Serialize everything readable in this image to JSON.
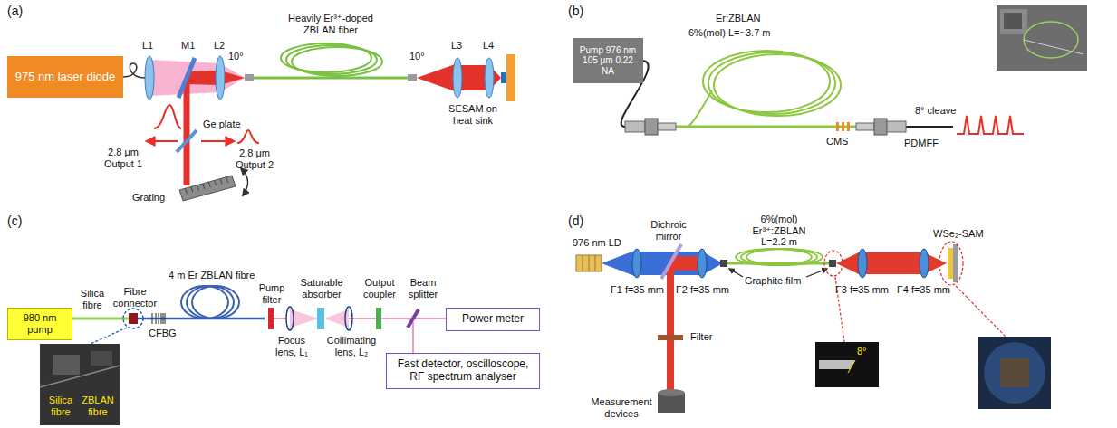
{
  "diagram": {
    "nodes": [
      {
        "text": [
          "975 nm laser diode"
        ]
      },
      {
        "text": [
          "Pump 976 nm 105 μm 0.22 NA"
        ]
      },
      {
        "text": [
          "980 nm pump"
        ]
      },
      {
        "text": [
          "Power meter"
        ]
      },
      {
        "text": [
          "Fast detector, oscilloscope, RF spectrum analyser"
        ]
      }
    ],
    "labels": [
      "(a)",
      "L1",
      "M1",
      "L2",
      "Heavily Er³⁺-doped ZBLAN fiber",
      "10°",
      "10°",
      "L3",
      "L4",
      "Ge plate",
      "2.8 μm Output 1",
      "2.8 μm Output 2",
      "Grating",
      "SESAM on heat sink",
      "(b)",
      "Er:ZBLAN",
      "6%(mol) L=~3.7 m",
      "CMS",
      "8° cleave",
      "PDMFF",
      "(c)",
      "Silica fibre",
      "Fibre connector",
      "CFBG",
      "4 m Er ZBLAN fibre",
      "Pump filter",
      "Focus lens, L₁",
      "Saturable absorber",
      "Collimating lens, L₂",
      "Output coupler",
      "Beam splitter",
      "Silica fibre",
      "ZBLAN fibre",
      "(d)",
      "976 nm LD",
      "Dichroic mirror",
      "6%(mol) Er³⁺:ZBLAN L=2.2 m",
      "Graphite film",
      "F1 f=35 mm",
      "F2 f=35 mm",
      "F3 f=35 mm",
      "F4 f=35 mm",
      "WSe₂-SAM",
      "Filter",
      "Measurement devices",
      "8°"
    ]
  }
}
